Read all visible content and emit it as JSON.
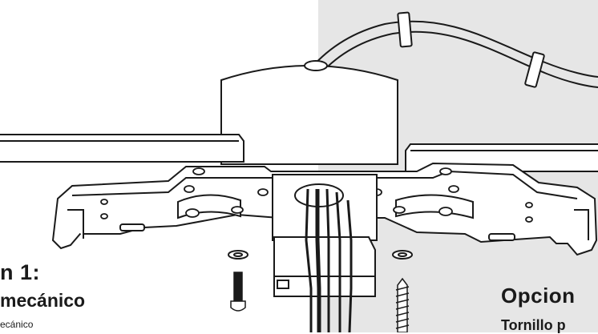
{
  "diagram": {
    "option_left": {
      "heading": "n 1:",
      "subheading": "mecánico",
      "caption": "ecánico"
    },
    "option_right": {
      "heading": "Opcion",
      "subheading": "Tornillo p"
    },
    "colors": {
      "ceiling_fill": "#e6e6e6",
      "line": "#1a1a1a",
      "part_fill": "#ffffff"
    },
    "icons": [
      "ceiling-fan-mounting-bracket",
      "outlet-box",
      "wire-cable",
      "machine-screw",
      "wood-screw",
      "washer"
    ]
  }
}
